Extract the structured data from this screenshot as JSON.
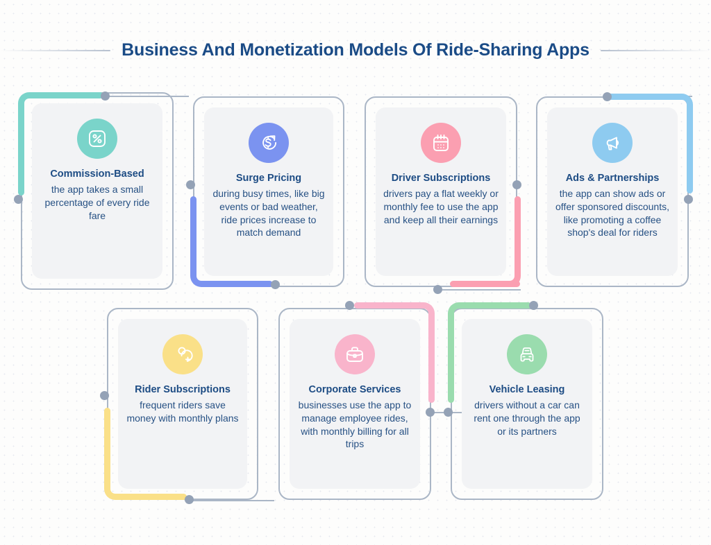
{
  "header": {
    "title": "Business And Monetization Models Of Ride-Sharing Apps"
  },
  "colors": {
    "title_text": "#1a4b86",
    "card_title_text": "#1d4c84",
    "card_body_text": "#275184",
    "card_border": "#aab6c6",
    "card_inner_bg": "#f2f3f5",
    "connector_dot": "#94a2b6",
    "background": "#fdfdfc",
    "accent_commission": "#7ad4ca",
    "accent_surge": "#7b93f0",
    "accent_driver_subscriptions": "#fb9fb1",
    "accent_ads": "#8ecbf0",
    "accent_rider_subscriptions": "#fae088",
    "accent_corporate": "#f9b4cb",
    "accent_vehicle_leasing": "#9adcae"
  },
  "cards": [
    {
      "id": "commission-based",
      "title": "Commission-Based",
      "description": "the app takes a small percentage of every ride fare",
      "icon": "percent-icon",
      "accent_color": "#7ad4ca",
      "accent_position": "top-left"
    },
    {
      "id": "surge-pricing",
      "title": "Surge Pricing",
      "description": "during busy times, like big events or bad weather, ride prices increase to match demand",
      "icon": "dollar-growth-icon",
      "accent_color": "#7b93f0",
      "accent_position": "bottom-left"
    },
    {
      "id": "driver-subscriptions",
      "title": "Driver Subscriptions",
      "description": "drivers pay a flat weekly or monthly fee to use the app and keep all their earnings",
      "icon": "calendar-icon",
      "accent_color": "#fb9fb1",
      "accent_position": "bottom-right"
    },
    {
      "id": "ads-partnerships",
      "title": "Ads & Partnerships",
      "description": "the app can show ads or offer sponsored discounts, like promoting a coffee shop's deal for riders",
      "icon": "megaphone-icon",
      "accent_color": "#8ecbf0",
      "accent_position": "top-right"
    },
    {
      "id": "rider-subscriptions",
      "title": "Rider Subscriptions",
      "description": "frequent riders save money with monthly plans",
      "icon": "user-plus-icon",
      "accent_color": "#fae088",
      "accent_position": "bottom-left"
    },
    {
      "id": "corporate-services",
      "title": "Corporate Services",
      "description": "businesses use the app to manage employee rides, with monthly billing for all trips",
      "icon": "briefcase-icon",
      "accent_color": "#f9b4cb",
      "accent_position": "top-right"
    },
    {
      "id": "vehicle-leasing",
      "title": "Vehicle Leasing",
      "description": "drivers without a car can rent one through the app or its partners",
      "icon": "car-icon",
      "accent_color": "#9adcae",
      "accent_position": "top-left"
    }
  ]
}
